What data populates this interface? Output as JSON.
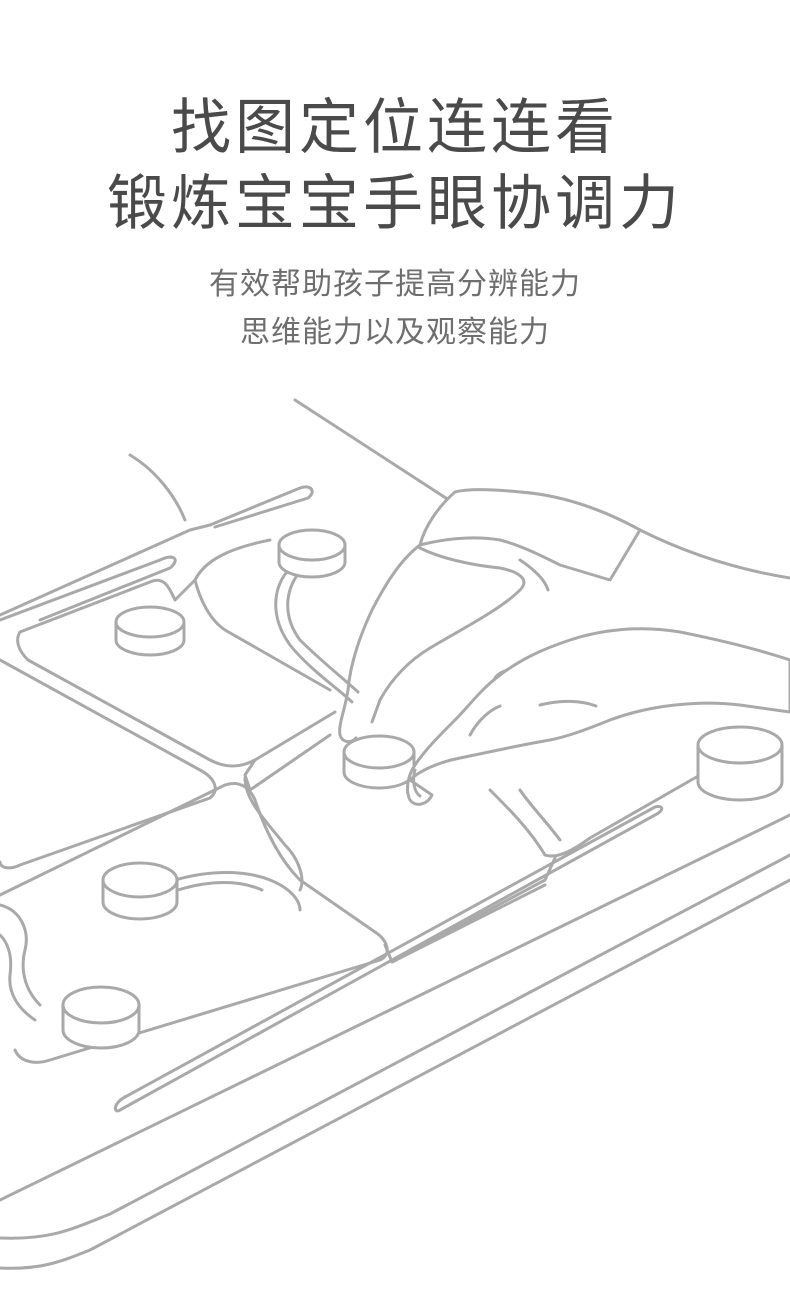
{
  "headline": {
    "line1": "找图定位连连看",
    "line2": "锻炼宝宝手眼协调力"
  },
  "subheadline": {
    "line1": "有效帮助孩子提高分辨能力",
    "line2": "思维能力以及观察能力"
  },
  "illustration": {
    "subject": "hand placing a peg on a maze puzzle board",
    "line_color": "#a9a9a9",
    "background_color": "#ffffff"
  }
}
